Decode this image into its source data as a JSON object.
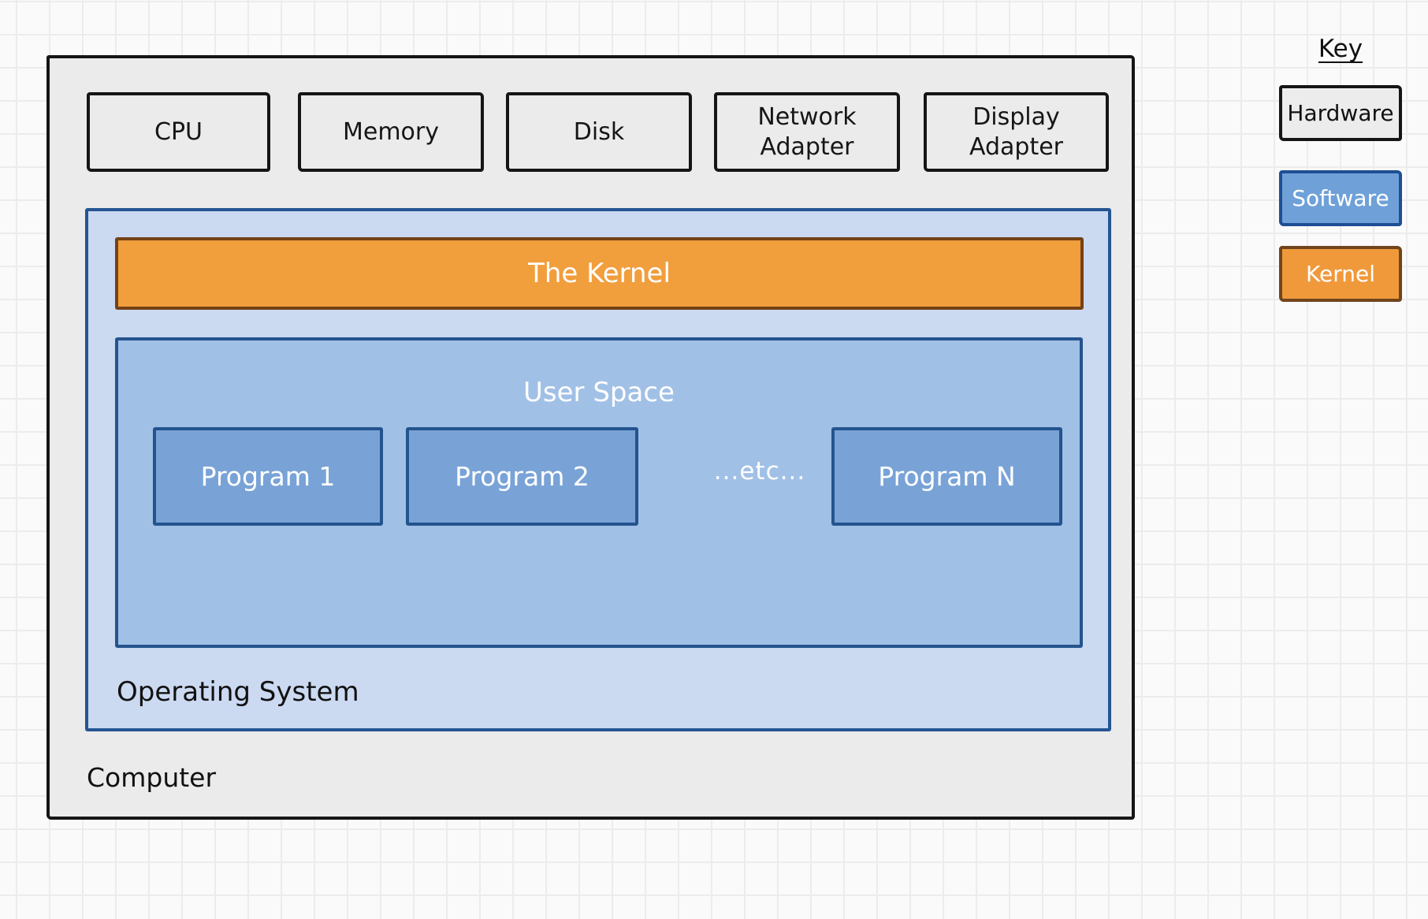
{
  "diagram": {
    "computer": {
      "label": "Computer",
      "fill": "#ebebeb",
      "border": "#151515",
      "hardware": [
        {
          "label": "CPU"
        },
        {
          "label": "Memory"
        },
        {
          "label": "Disk"
        },
        {
          "label": "Network Adapter"
        },
        {
          "label": "Display Adapter"
        }
      ],
      "os": {
        "label": "Operating System",
        "fill": "#cbd9f1",
        "border": "#255592",
        "kernel": {
          "label": "The Kernel",
          "fill": "#f19e3d",
          "border": "#744216"
        },
        "user_space": {
          "label": "User Space",
          "fill": "#a1c0e6",
          "border": "#24548e",
          "etc_label": "...etc...",
          "program_fill": "#79a3d7",
          "program_border": "#24548e",
          "programs": [
            {
              "label": "Program 1"
            },
            {
              "label": "Program 2"
            },
            {
              "label": "Program N"
            }
          ]
        }
      }
    },
    "key": {
      "title": "Key",
      "items": [
        {
          "label": "Hardware",
          "fill": "#ececec",
          "border": "#151515",
          "text": "#111111"
        },
        {
          "label": "Software",
          "fill": "#6fa0d8",
          "border": "#1e4f94",
          "text": "#ffffff"
        },
        {
          "label": "Kernel",
          "fill": "#f0993b",
          "border": "#71451c",
          "text": "#ffffff"
        }
      ]
    }
  }
}
